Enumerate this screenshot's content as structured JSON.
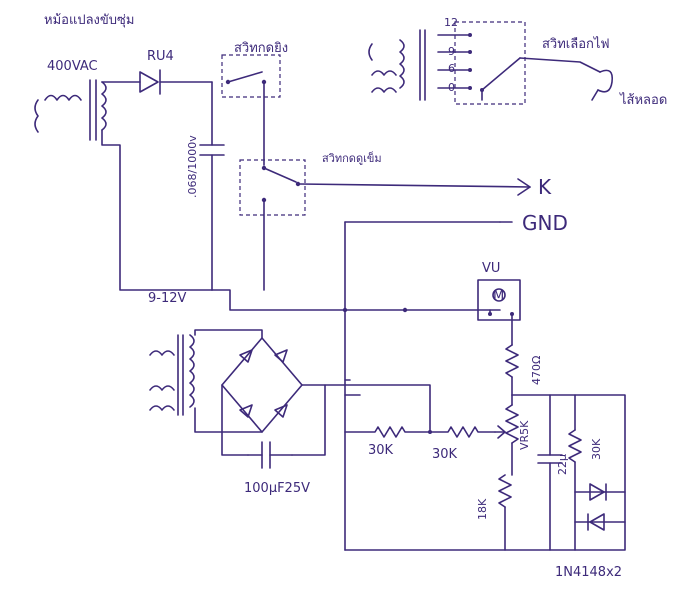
{
  "labels": {
    "power_transformer": "หม้อแปลงขับซุ่ม",
    "voltage_400vac": "400VAC",
    "diode_ru4": "RU4",
    "relay_switch": "สวิทกดยิง",
    "capacitor_068": ".068/1000v",
    "trigger_switch": "สวิทกดดูเข็ม",
    "selector_switch": "สวิทเลือกไฟ",
    "tube_label": "ไส้หลอด",
    "tap_12": "12",
    "tap_9": "9",
    "tap_6": "6",
    "tap_0": "0",
    "k_terminal": "K",
    "gnd_terminal": "GND",
    "volt_range": "9-12V",
    "vu_label": "VU",
    "meter_m": "M",
    "r_470": "470Ω",
    "r_30k_a": "30K",
    "r_30k_b": "30K",
    "vr_5k": "VR5K",
    "r_30k_c": "30K",
    "r_18k": "18K",
    "cap_22u": "22μ",
    "cap_100uf": "100μF25V",
    "diodes_1n4148": "1N4148x2"
  },
  "colors": {
    "ink": "#3d2a7a"
  }
}
